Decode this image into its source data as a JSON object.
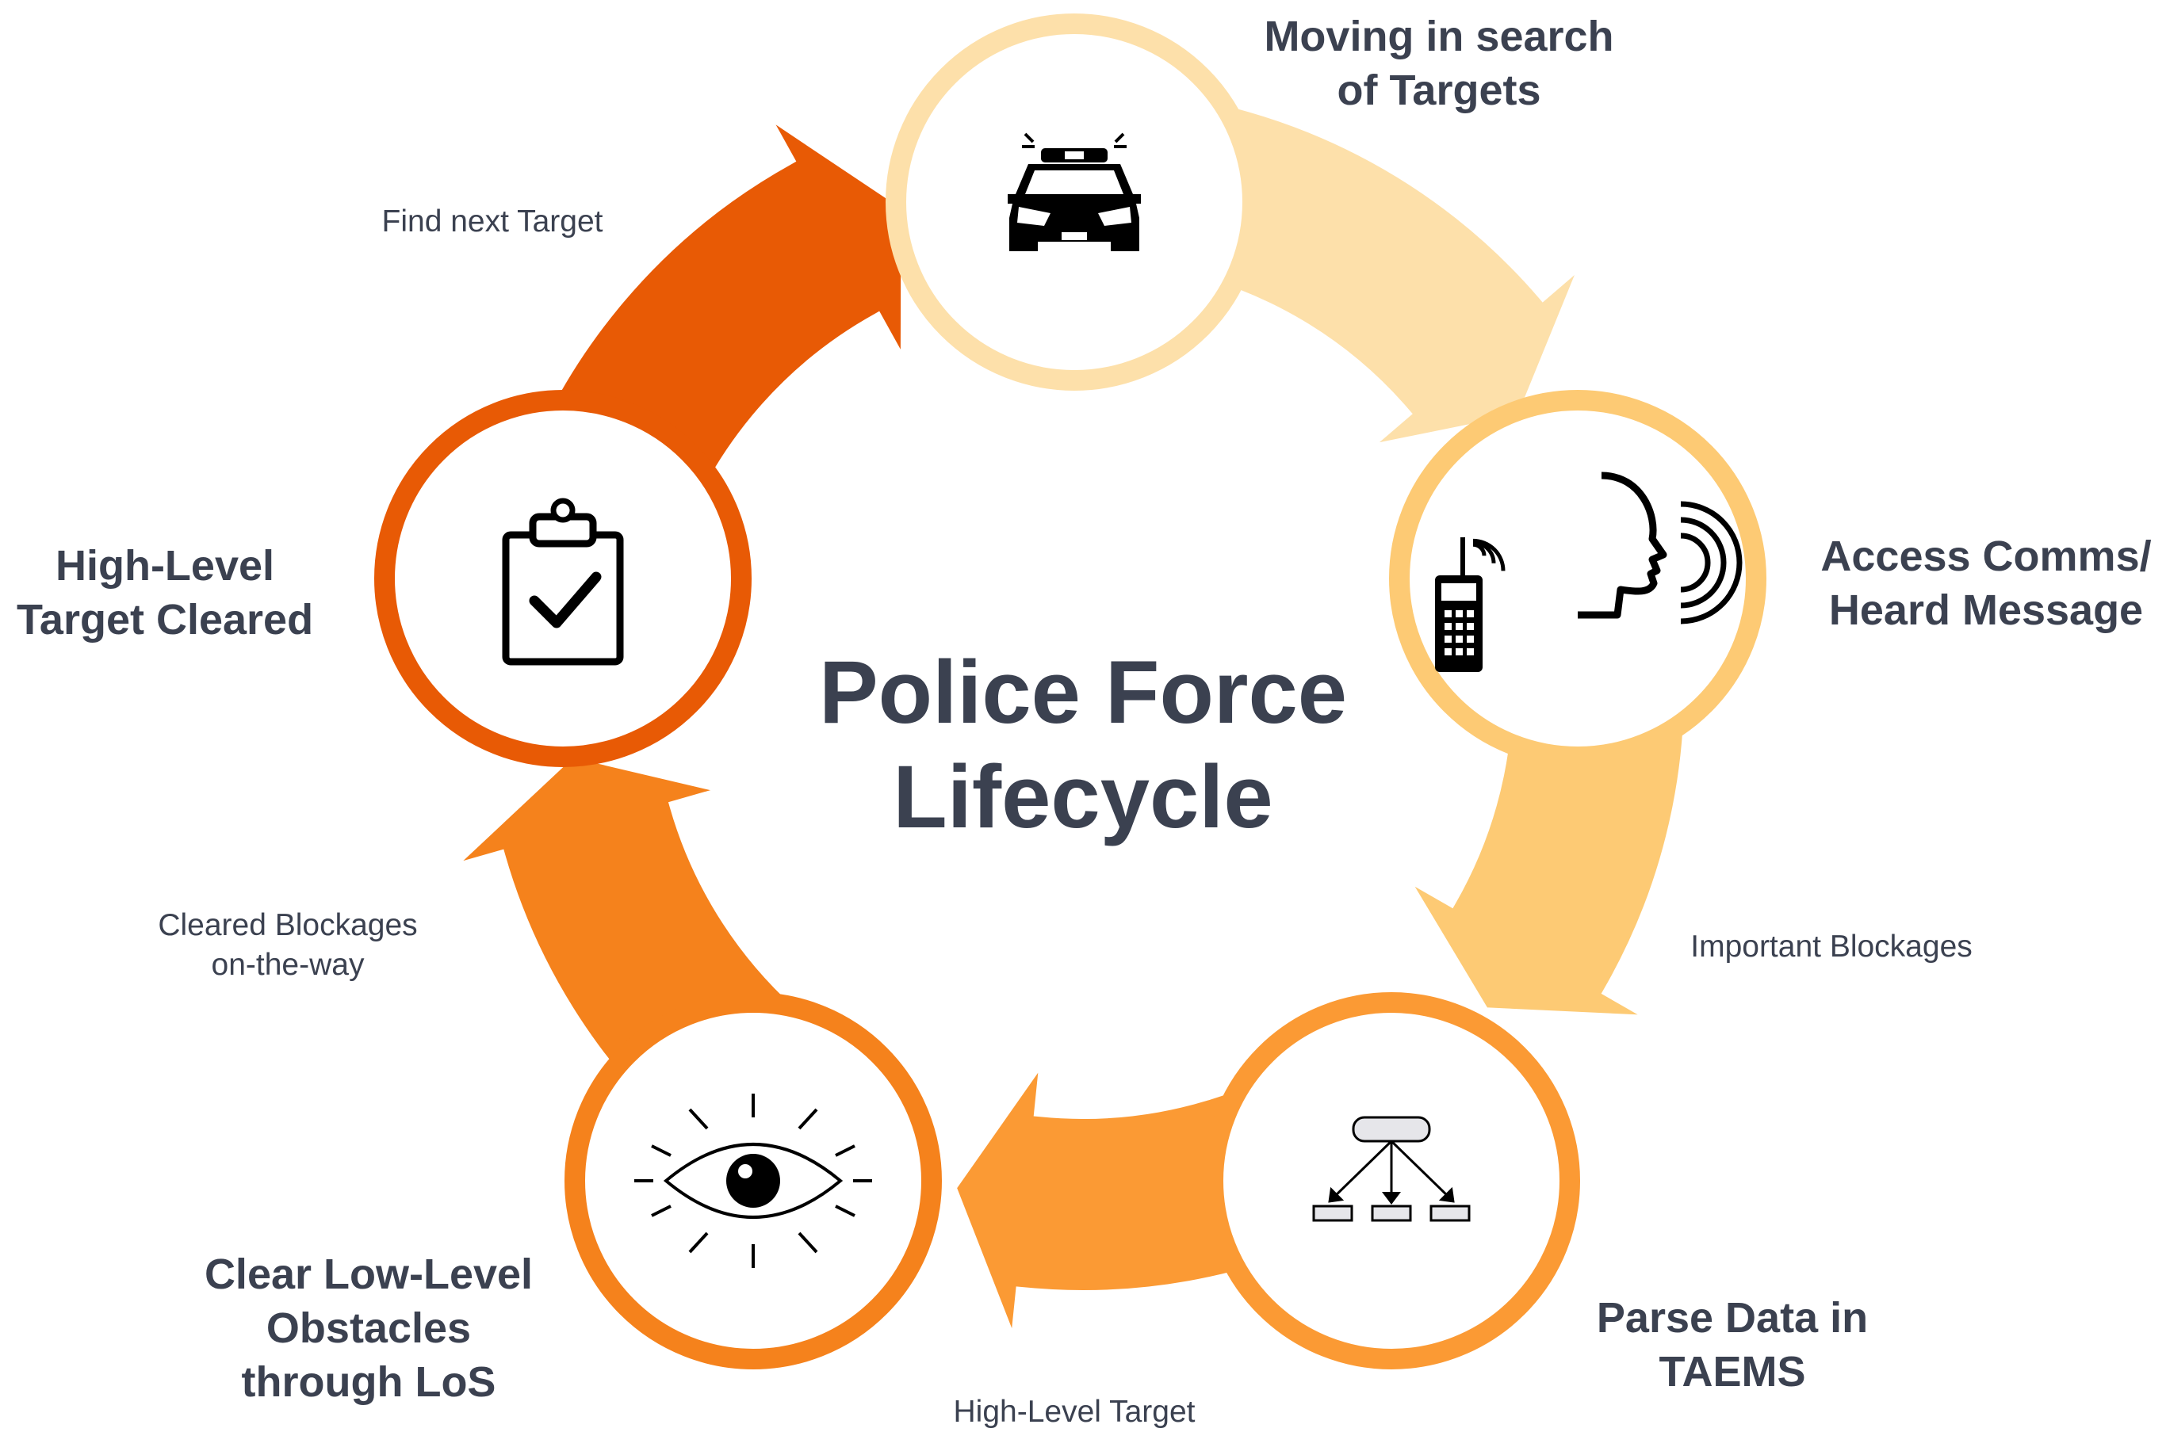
{
  "diagram": {
    "title_lines": [
      "Police Force",
      "Lifecycle"
    ],
    "stages": [
      {
        "id": "moving",
        "lines": [
          "Moving in search",
          "of Targets"
        ],
        "icon": "police-car-icon",
        "color": "#fde0aa"
      },
      {
        "id": "comms",
        "lines": [
          "Access Comms/",
          "Heard Message"
        ],
        "icon": "radio-speech-icon",
        "color": "#fdca74"
      },
      {
        "id": "parse",
        "lines": [
          "Parse Data in",
          "TAEMS"
        ],
        "icon": "hierarchy-tree-icon",
        "color": "#fb9a34"
      },
      {
        "id": "clear",
        "lines": [
          "Clear Low-Level",
          "Obstacles",
          "through LoS"
        ],
        "icon": "eye-icon",
        "color": "#f5821c"
      },
      {
        "id": "cleared",
        "lines": [
          "High-Level",
          "Target Cleared"
        ],
        "icon": "clipboard-check-icon",
        "color": "#e85a05"
      }
    ],
    "transitions": [
      {
        "id": "t-important",
        "lines": [
          "Important Blockages"
        ]
      },
      {
        "id": "t-highlevel",
        "lines": [
          "High-Level Target"
        ]
      },
      {
        "id": "t-cleared-blockages",
        "lines": [
          "Cleared Blockages",
          "on-the-way"
        ]
      },
      {
        "id": "t-find-next",
        "lines": [
          "Find next Target"
        ]
      }
    ],
    "text_color": "#3b4150"
  }
}
